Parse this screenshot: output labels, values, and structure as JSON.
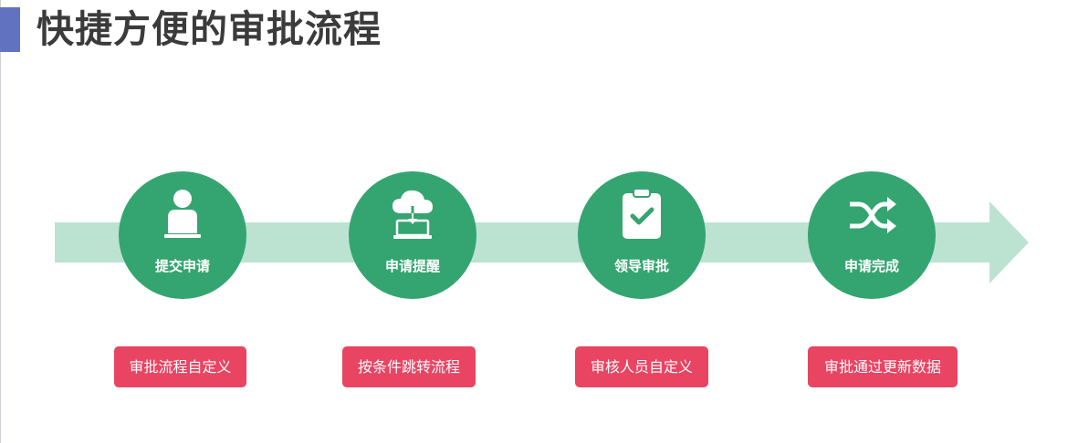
{
  "page": {
    "title": "快捷方便的审批流程"
  },
  "colors": {
    "accent_bar": "#6173c0",
    "arrow": "#bce3d2",
    "step_circle": "#34a570",
    "feature_button": "#e94462",
    "title_text": "#3b3b3b"
  },
  "steps": [
    {
      "label": "提交申请",
      "icon": "user-at-laptop-icon"
    },
    {
      "label": "申请提醒",
      "icon": "cloud-download-icon"
    },
    {
      "label": "领导审批",
      "icon": "clipboard-check-icon"
    },
    {
      "label": "申请完成",
      "icon": "shuffle-arrows-icon"
    }
  ],
  "features": [
    {
      "label": "审批流程自定义"
    },
    {
      "label": "按条件跳转流程"
    },
    {
      "label": "审核人员自定义"
    },
    {
      "label": "审批通过更新数据"
    }
  ]
}
